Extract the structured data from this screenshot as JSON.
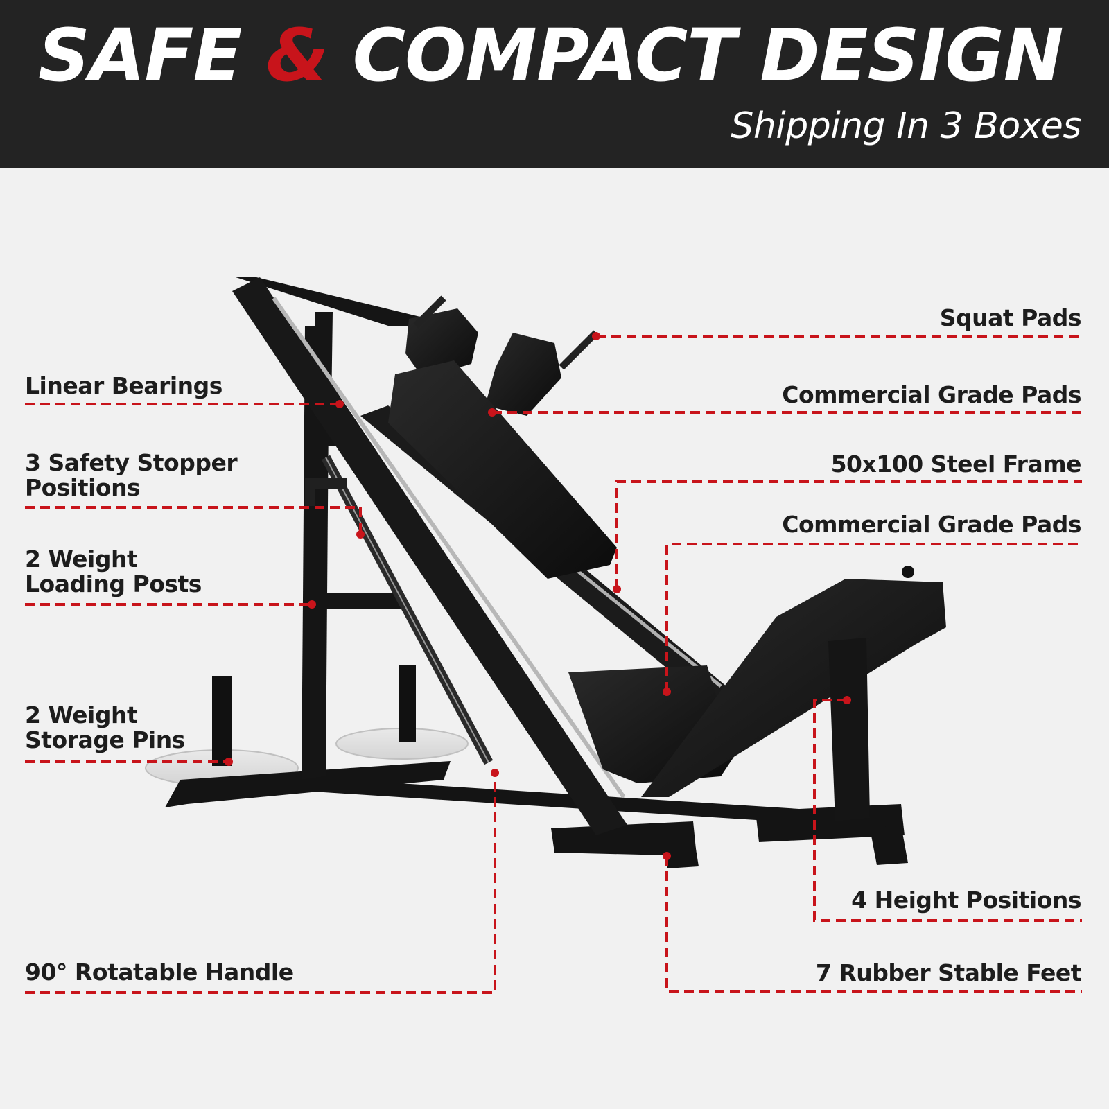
{
  "header": {
    "title_part1": "SAFE",
    "title_amp": "&",
    "title_part2": "COMPACT DESIGN",
    "subtitle": "Shipping In 3 Boxes"
  },
  "callouts_left": [
    {
      "id": "linear-bearings",
      "lines": [
        "Linear Bearings"
      ]
    },
    {
      "id": "safety-stopper",
      "lines": [
        "3 Safety Stopper",
        "Positions"
      ]
    },
    {
      "id": "weight-loading-posts",
      "lines": [
        "2 Weight",
        "Loading Posts"
      ]
    },
    {
      "id": "weight-storage-pins",
      "lines": [
        "2 Weight",
        "Storage Pins"
      ]
    },
    {
      "id": "rotatable-handle",
      "lines": [
        "90° Rotatable Handle"
      ]
    }
  ],
  "callouts_right": [
    {
      "id": "squat-pads",
      "lines": [
        "Squat Pads"
      ]
    },
    {
      "id": "commercial-grade-pads-1",
      "lines": [
        "Commercial Grade Pads"
      ]
    },
    {
      "id": "steel-frame",
      "lines": [
        "50x100 Steel Frame"
      ]
    },
    {
      "id": "commercial-grade-pads-2",
      "lines": [
        "Commercial Grade Pads"
      ]
    },
    {
      "id": "height-positions",
      "lines": [
        "4 Height Positions"
      ]
    },
    {
      "id": "rubber-feet",
      "lines": [
        "7 Rubber Stable Feet"
      ]
    }
  ],
  "colors": {
    "banner": "#232323",
    "accent": "#c8141b",
    "background": "#f1f1f1",
    "text": "#1d1d1d",
    "machine": "#151515"
  },
  "image": {
    "subject": "hack squat leg press machine"
  }
}
